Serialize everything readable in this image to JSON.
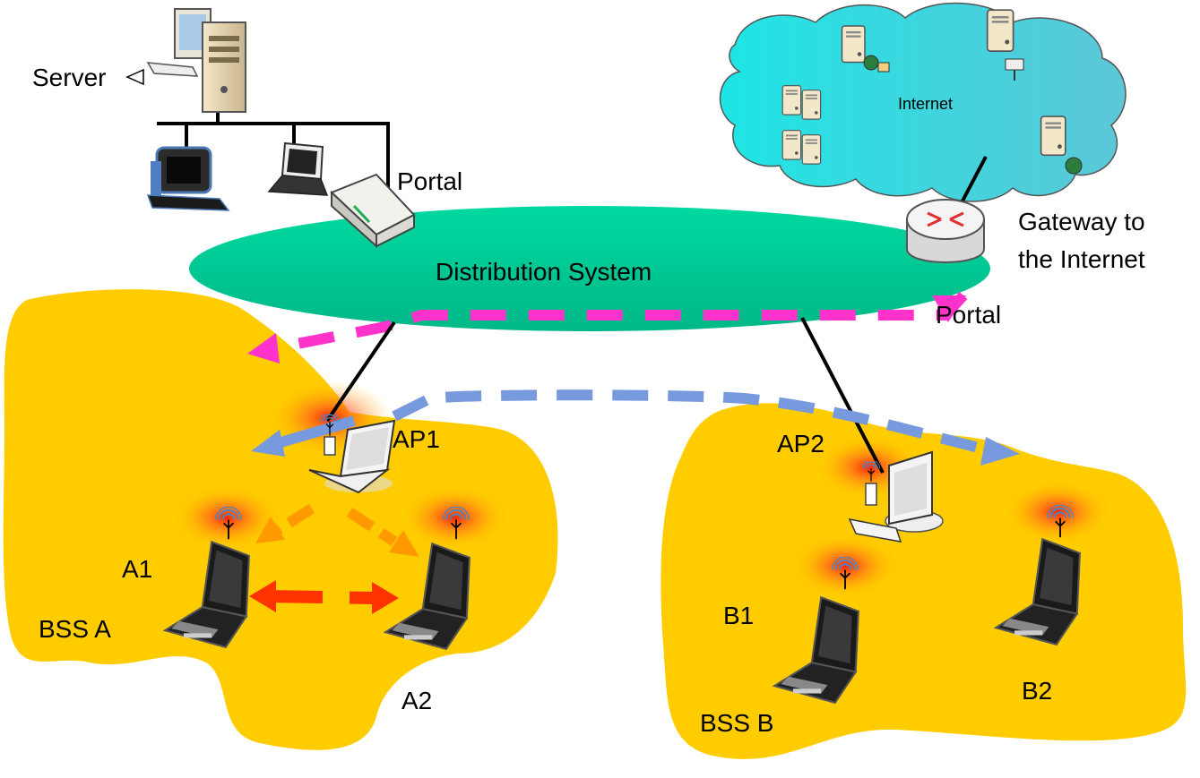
{
  "labels": {
    "server": "Server",
    "portal_top": "Portal",
    "internet": "Internet",
    "gateway_line1": "Gateway to",
    "gateway_line2": "the Internet",
    "distribution_system": "Distribution System",
    "portal_right": "Portal",
    "ap1": "AP1",
    "ap2": "AP2",
    "a1": "A1",
    "a2": "A2",
    "bss_a": "BSS A",
    "b1": "B1",
    "b2": "B2",
    "bss_b": "BSS B"
  },
  "colors": {
    "bss_fill": "#FFCC00",
    "ds_fill": "#00CC99",
    "cloud_fill": "#33CCCC",
    "portal_arrow": "#FF33CC",
    "ap_arrow": "#7799DD",
    "orange_arrow": "#FF9900",
    "red_arrow": "#FF3300",
    "radio_glow": "#FF2200"
  },
  "icons": {
    "server": "server-icon",
    "desktop": "desktop-icon",
    "laptop": "laptop-icon",
    "portal_device": "portal-device-icon",
    "router": "router-icon",
    "cloud_server": "cloud-server-icon",
    "antenna": "antenna-icon"
  }
}
